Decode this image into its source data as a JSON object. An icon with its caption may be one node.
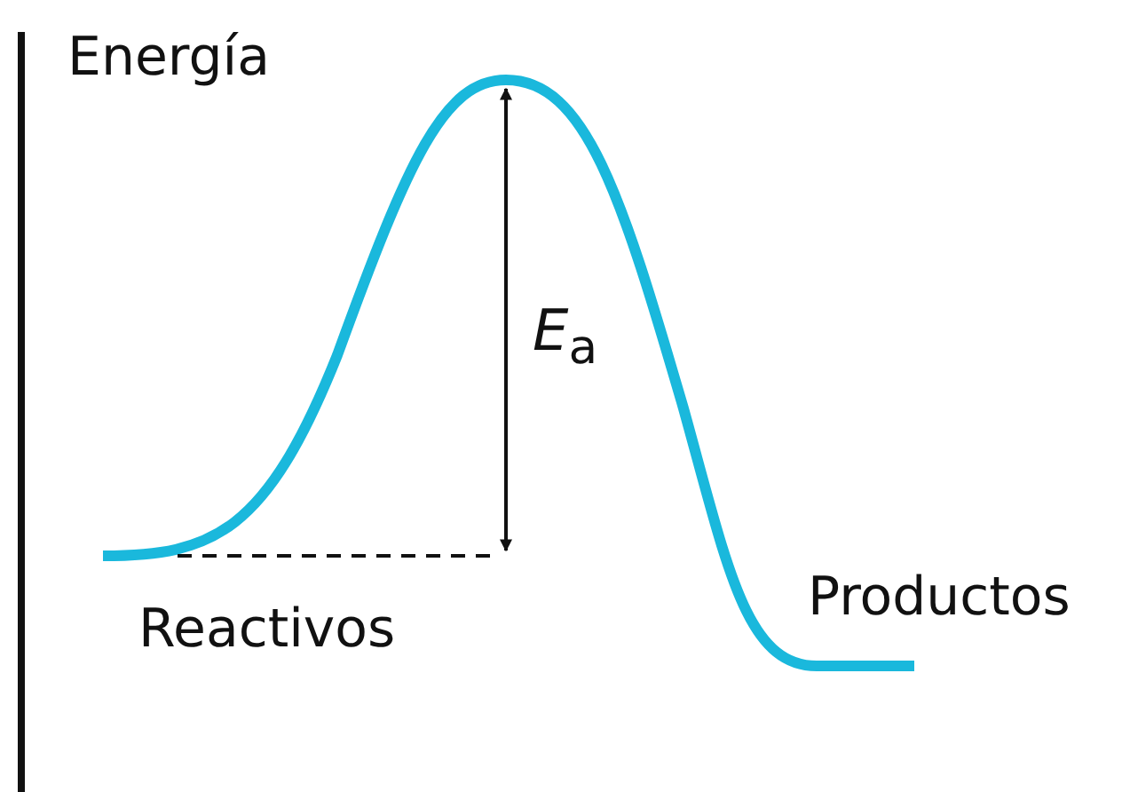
{
  "diagram": {
    "labels": [
      "Energía",
      "*E*$_{a}$",
      "Reactivos",
      "Productos"
    ]
  }
}
